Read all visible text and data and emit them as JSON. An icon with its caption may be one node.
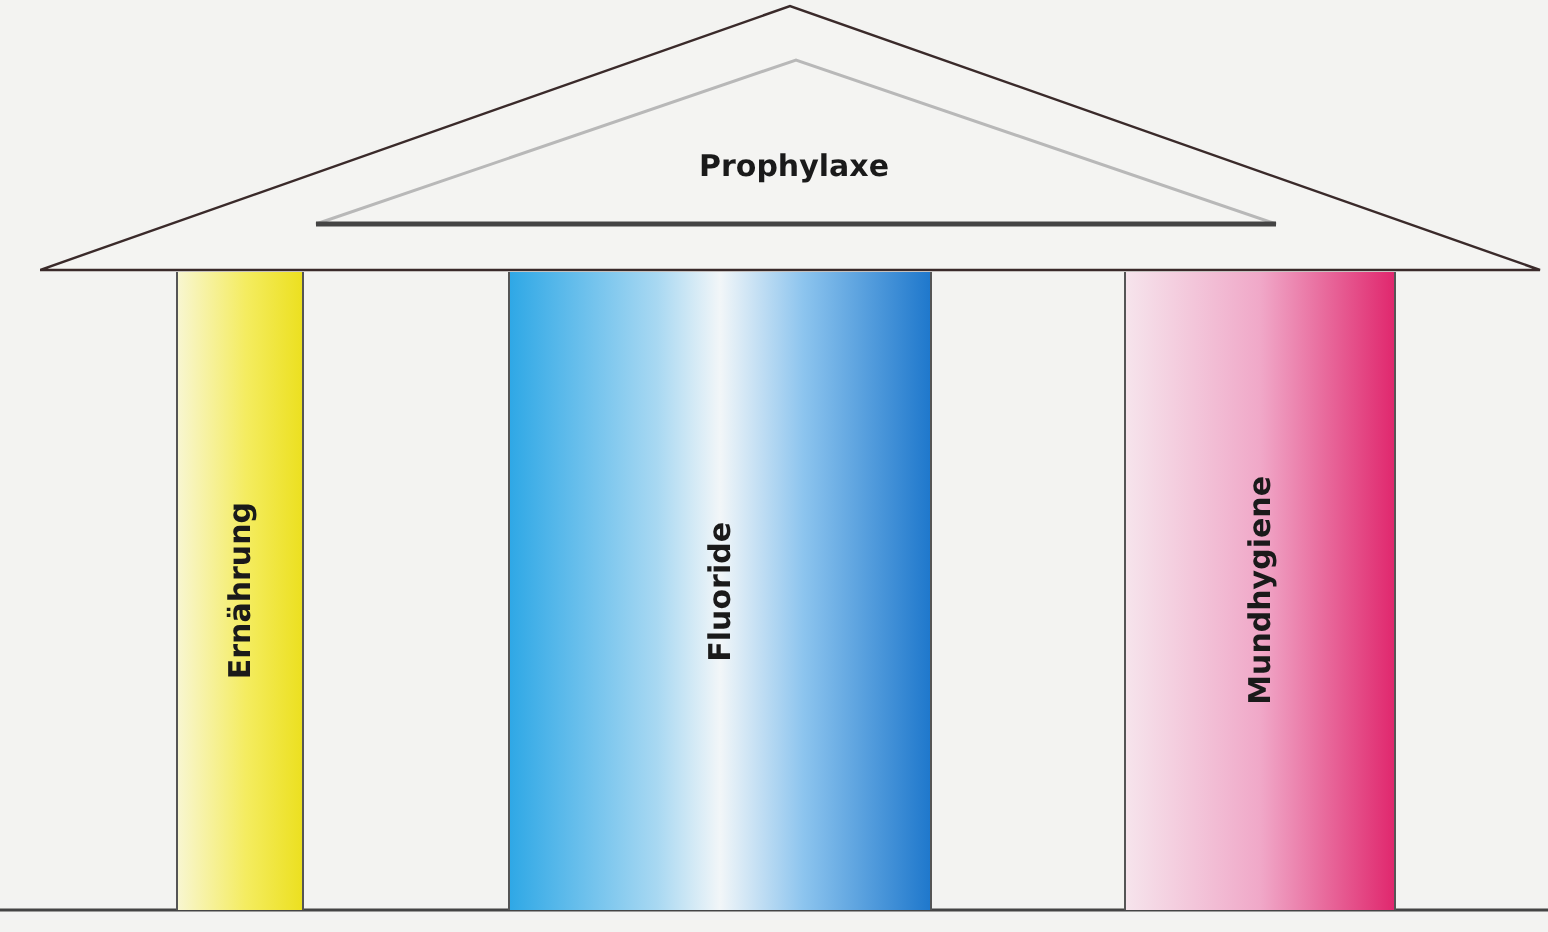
{
  "diagram": {
    "nodes": [
      {
        "text": [
          "Prophylaxe"
        ]
      },
      {
        "text": [
          "Ernährung"
        ]
      },
      {
        "text": [
          "Fluoride"
        ]
      },
      {
        "text": [
          "Mundhygiene"
        ]
      }
    ]
  }
}
